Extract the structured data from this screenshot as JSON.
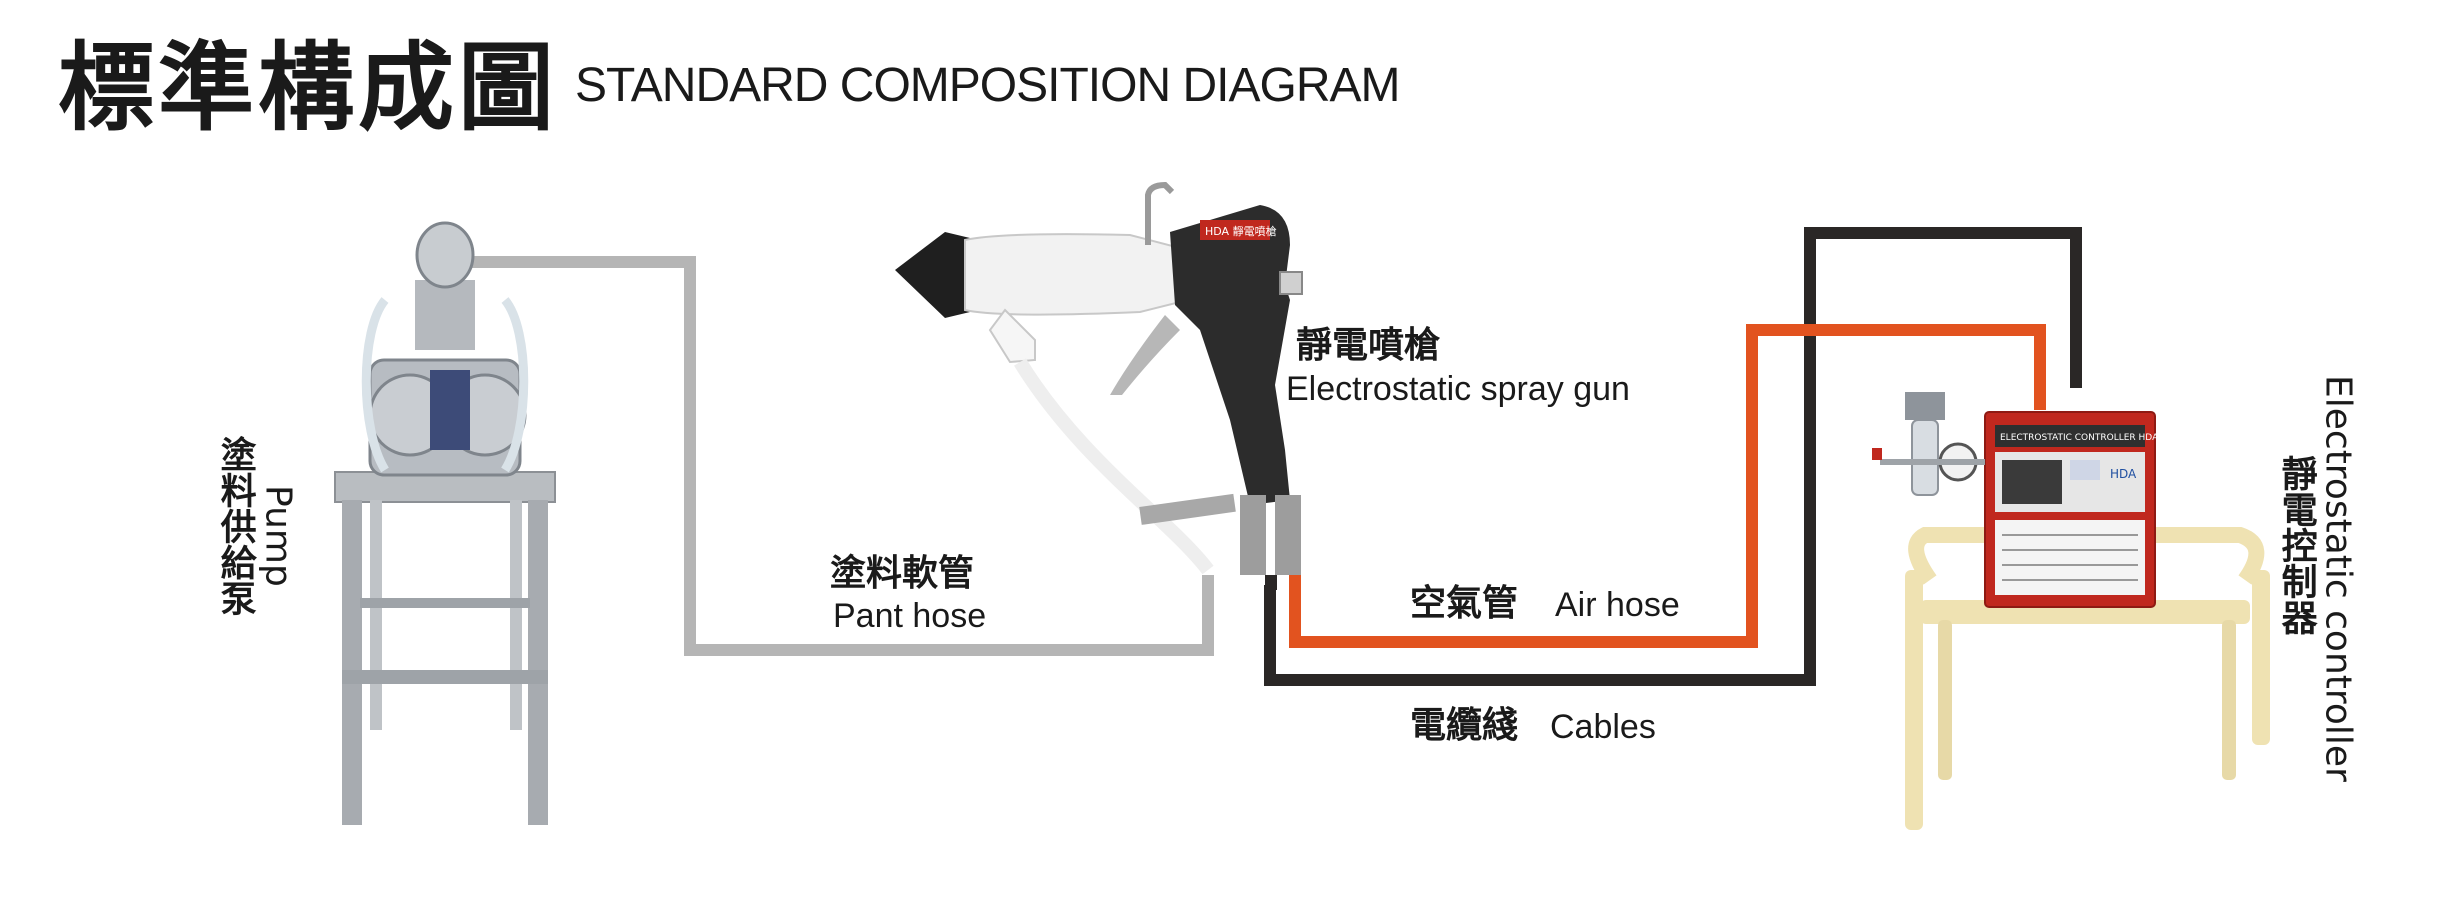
{
  "title": {
    "zh": "標準構成圖",
    "en": "STANDARD COMPOSITION DIAGRAM"
  },
  "components": {
    "pump": {
      "en": "Pump",
      "zh": "塗料供給泵"
    },
    "spray_gun": {
      "zh": "靜電噴槍",
      "en": "Electrostatic spray gun",
      "brand_text": "HDA 靜電噴槍"
    },
    "controller": {
      "en": "Electrostatic controller",
      "zh": "靜電控制器",
      "panel_text": "ELECTROSTATIC CONTROLLER HDA",
      "brand": "HDA"
    }
  },
  "connections": {
    "paint_hose": {
      "zh": "塗料軟管",
      "en": "Pant hose",
      "color": "#b5b5b5"
    },
    "air_hose": {
      "zh": "空氣管",
      "en": "Air hose",
      "color": "#e2531f"
    },
    "cables": {
      "zh": "電纜綫",
      "en": "Cables",
      "color": "#2a2726"
    }
  },
  "colors": {
    "controller_body": "#c0281e",
    "stand": "#efe2b2",
    "metal": "#a7abb0",
    "gun_body": "#2c2c2c",
    "gun_barrel": "#f2f2f2"
  }
}
